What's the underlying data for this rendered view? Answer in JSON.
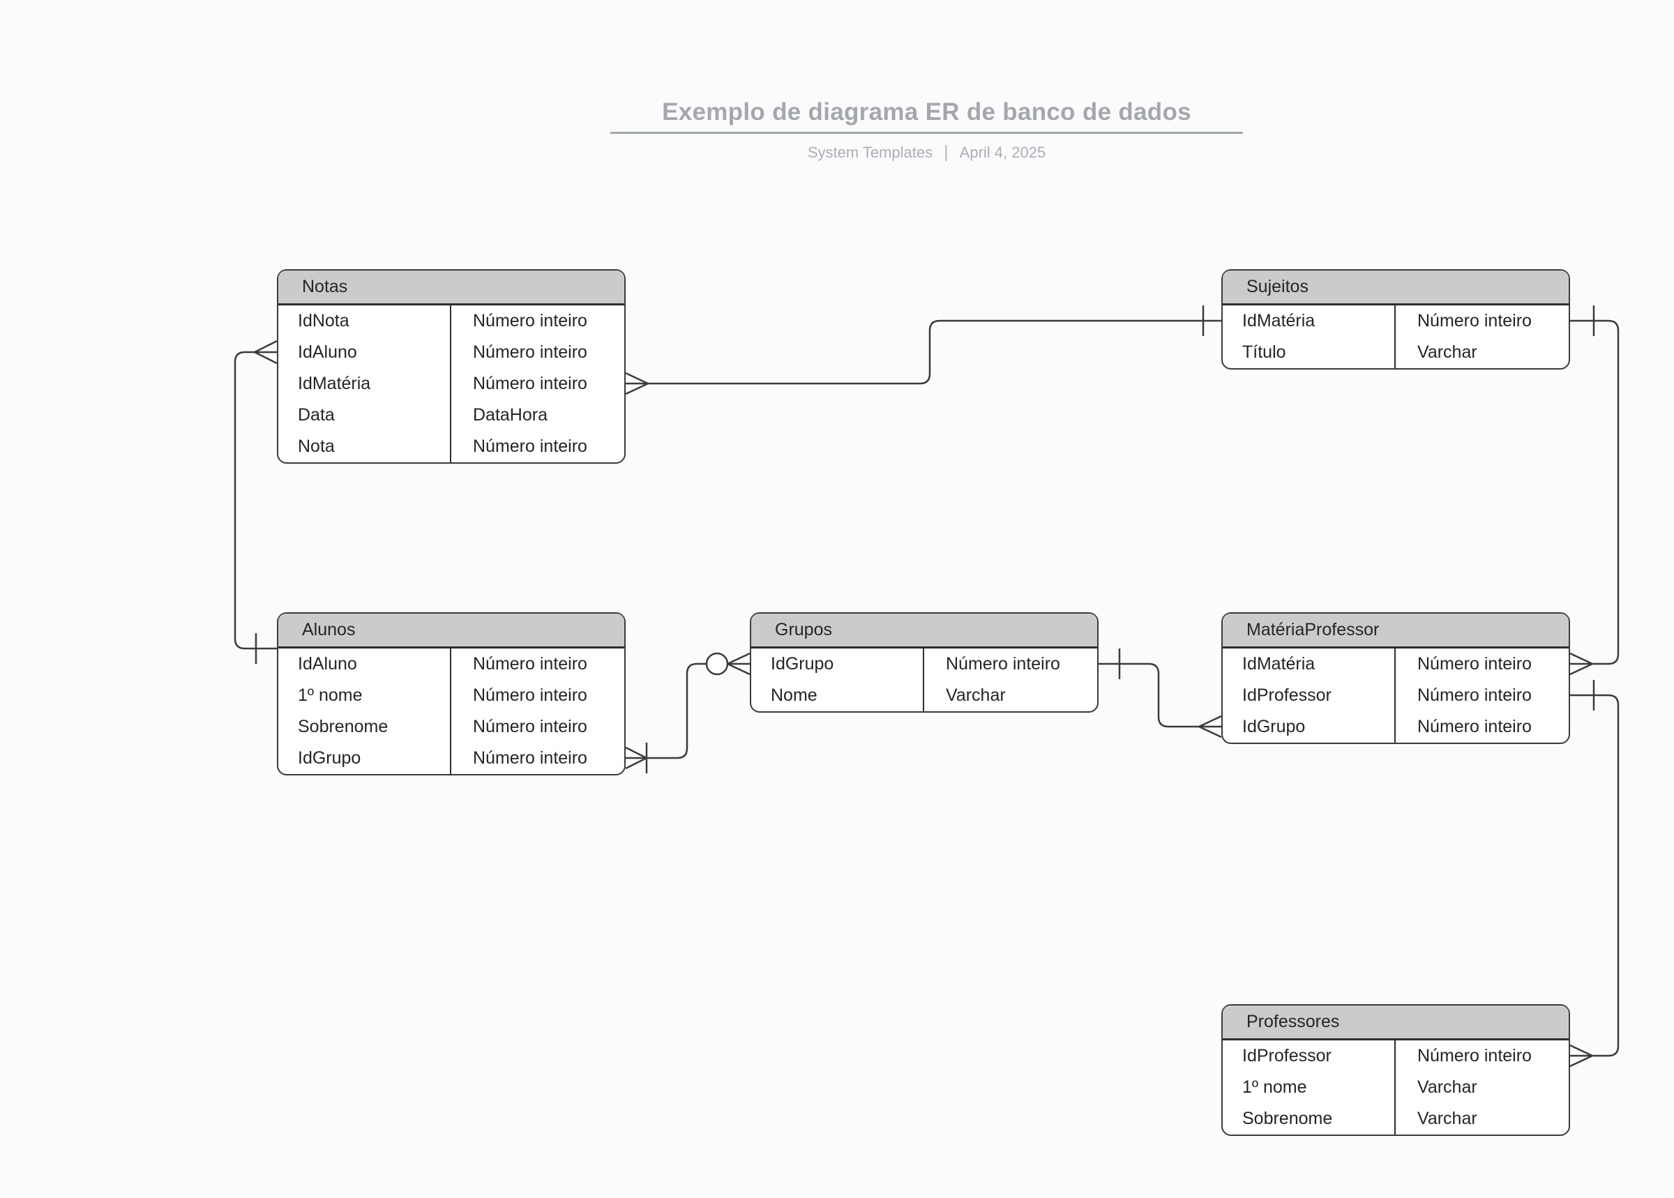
{
  "header": {
    "title": "Exemplo de diagrama ER de banco de dados",
    "subtitle_left": "System Templates",
    "subtitle_separator": "|",
    "subtitle_right": "April 4, 2025"
  },
  "colors": {
    "background": "#fbfbfc",
    "entity_header_fill": "#cbcbcb",
    "entity_border": "#3a3b3e",
    "connector_line": "#3a3b3e",
    "field_text": "#232529",
    "title_text": "#a4a7ad",
    "subtitle_text": "#a9aeb6",
    "title_rule": "#a2a7ae"
  },
  "entities": [
    {
      "title": "Notas",
      "fields": [
        {
          "name": "IdNota",
          "type": "Número inteiro"
        },
        {
          "name": "IdAluno",
          "type": "Número inteiro"
        },
        {
          "name": "IdMatéria",
          "type": "Número inteiro"
        },
        {
          "name": "Data",
          "type": "DataHora"
        },
        {
          "name": "Nota",
          "type": "Número inteiro"
        }
      ]
    },
    {
      "title": "Sujeitos",
      "fields": [
        {
          "name": "IdMatéria",
          "type": "Número inteiro"
        },
        {
          "name": "Título",
          "type": "Varchar"
        }
      ]
    },
    {
      "title": "Alunos",
      "fields": [
        {
          "name": "IdAluno",
          "type": "Número inteiro"
        },
        {
          "name": "1º nome",
          "type": "Número inteiro"
        },
        {
          "name": "Sobrenome",
          "type": "Número inteiro"
        },
        {
          "name": "IdGrupo",
          "type": "Número inteiro"
        }
      ]
    },
    {
      "title": "Grupos",
      "fields": [
        {
          "name": "IdGrupo",
          "type": "Número inteiro"
        },
        {
          "name": "Nome",
          "type": "Varchar"
        }
      ]
    },
    {
      "title": "MatériaProfessor",
      "fields": [
        {
          "name": "IdMatéria",
          "type": "Número inteiro"
        },
        {
          "name": "IdProfessor",
          "type": "Número inteiro"
        },
        {
          "name": "IdGrupo",
          "type": "Número inteiro"
        }
      ]
    },
    {
      "title": "Professores",
      "fields": [
        {
          "name": "IdProfessor",
          "type": "Número inteiro"
        },
        {
          "name": "1º nome",
          "type": "Varchar"
        },
        {
          "name": "Sobrenome",
          "type": "Varchar"
        }
      ]
    }
  ],
  "relationships": [
    {
      "from": "Alunos",
      "from_cardinality": "one",
      "to": "Notas",
      "to_cardinality": "many"
    },
    {
      "from": "Sujeitos",
      "from_cardinality": "one",
      "to": "Notas",
      "to_cardinality": "many"
    },
    {
      "from": "Sujeitos",
      "from_cardinality": "one",
      "to": "MatériaProfessor",
      "to_cardinality": "many"
    },
    {
      "from": "Alunos",
      "from_cardinality": "one-or-many",
      "to": "Grupos",
      "to_cardinality": "zero-or-many"
    },
    {
      "from": "Grupos",
      "from_cardinality": "one",
      "to": "MatériaProfessor",
      "to_cardinality": "many"
    },
    {
      "from": "MatériaProfessor",
      "from_cardinality": "one",
      "to": "Professores",
      "to_cardinality": "many"
    }
  ]
}
